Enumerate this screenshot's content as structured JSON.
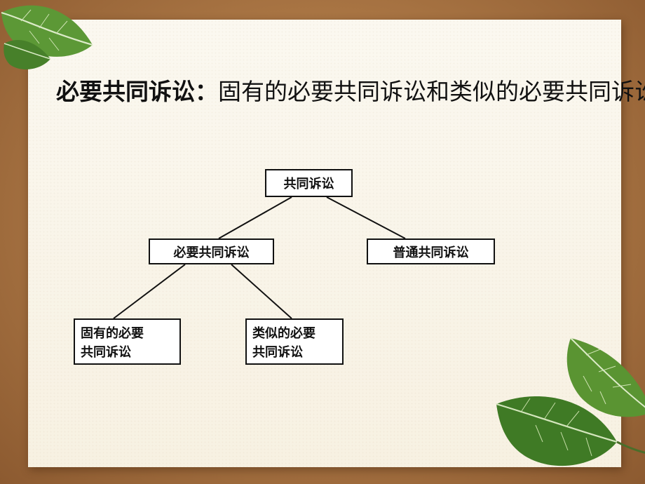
{
  "headline": {
    "lead": "必要共同诉讼",
    "separator": "：",
    "rest": "固有的必要共同诉讼和类似的必要共同诉讼"
  },
  "diagram": {
    "root": "共同诉讼",
    "mid_left": "必要共同诉讼",
    "mid_right": "普通共同诉讼",
    "leaf_left": "固有的必要共同诉讼",
    "leaf_right": "类似的必要共同诉讼"
  },
  "colors": {
    "background": "#a87443",
    "paper": "#fbf8f0",
    "leaf_green": "#4f8a2f"
  },
  "icons": [
    "leaf-top-left",
    "leaf-bottom-right"
  ]
}
